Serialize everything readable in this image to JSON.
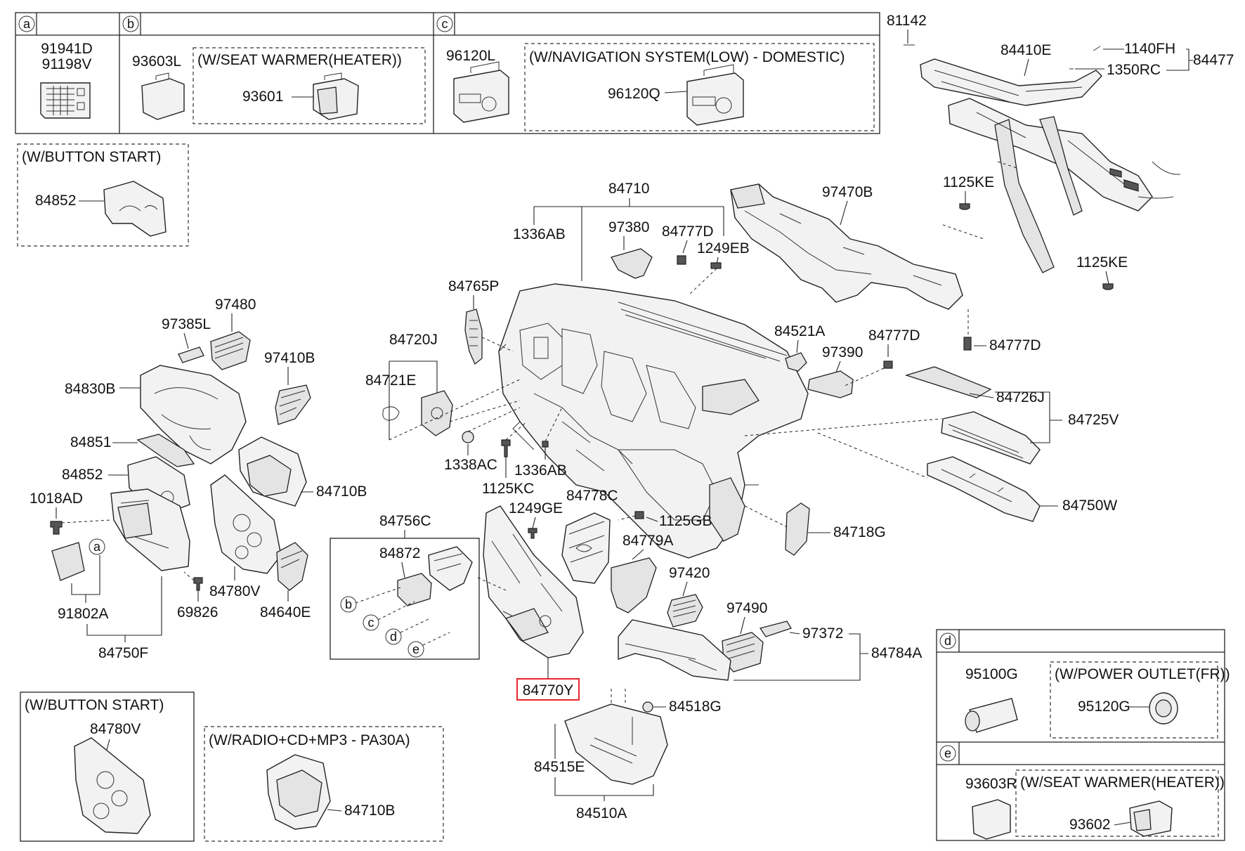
{
  "boxes": {
    "a": {
      "letter": "a",
      "parts": [
        "91941D",
        "91198V"
      ]
    },
    "b": {
      "letter": "b",
      "part": "93603L",
      "note": "(W/SEAT WARMER(HEATER))",
      "note_part": "93601"
    },
    "c": {
      "letter": "c",
      "part": "96120L",
      "note": "(W/NAVIGATION SYSTEM(LOW) -  DOMESTIC)",
      "note_part": "96120Q"
    },
    "d": {
      "letter": "d",
      "part": "95100G",
      "note": "(W/POWER OUTLET(FR))",
      "note_part": "95120G"
    },
    "e": {
      "letter": "e",
      "part": "93603R",
      "note": "(W/SEAT WARMER(HEATER))",
      "note_part": "93602"
    }
  },
  "option_boxes": {
    "button_start_top": {
      "note": "(W/BUTTON START)",
      "part": "84852"
    },
    "button_start_bottom": {
      "note": "(W/BUTTON START)",
      "part": "84780V"
    },
    "radio": {
      "note": "(W/RADIO+CD+MP3 - PA30A)",
      "part": "84710B"
    }
  },
  "callout_letters": [
    "a",
    "b",
    "c",
    "d",
    "e"
  ],
  "labels": {
    "p81142": "81142",
    "p84410E": "84410E",
    "p1140FH": "1140FH",
    "p84477": "84477",
    "p1350RC": "1350RC",
    "p1125KE_a": "1125KE",
    "p1125KE_b": "1125KE",
    "p84710": "84710",
    "p1336AB_top": "1336AB",
    "p97380": "97380",
    "p84777D_top": "84777D",
    "p1249EB": "1249EB",
    "p97470B": "97470B",
    "p84777D_right": "84777D",
    "p84765P": "84765P",
    "p84720J": "84720J",
    "p84721E": "84721E",
    "p84521A": "84521A",
    "p97390": "97390",
    "p84777D_mid": "84777D",
    "p84726J": "84726J",
    "p84725V": "84725V",
    "p84750W": "84750W",
    "p84718G": "84718G",
    "p1338AC": "1338AC",
    "p1336AB_mid": "1336AB",
    "p1125KC": "1125KC",
    "p1125GB": "1125GB",
    "p1249GE": "1249GE",
    "p84778C": "84778C",
    "p84779A": "84779A",
    "p97420": "97420",
    "p97490": "97490",
    "p97372": "97372",
    "p84784A": "84784A",
    "p84518G": "84518G",
    "p84515E": "84515E",
    "p84510A": "84510A",
    "p84756C": "84756C",
    "p84872": "84872",
    "p84770Y": "84770Y",
    "p97480": "97480",
    "p97385L": "97385L",
    "p97410B": "97410B",
    "p84830B": "84830B",
    "p84851": "84851",
    "p84852": "84852",
    "p84710B": "84710B",
    "p1018AD": "1018AD",
    "p91802A": "91802A",
    "p69826": "69826",
    "p84780V": "84780V",
    "p84640E": "84640E",
    "p84750F": "84750F"
  },
  "highlighted_part": "84770Y",
  "colors": {
    "highlight": "#e8262b",
    "ink": "#111111",
    "part_fill": "#f2f2f2"
  }
}
